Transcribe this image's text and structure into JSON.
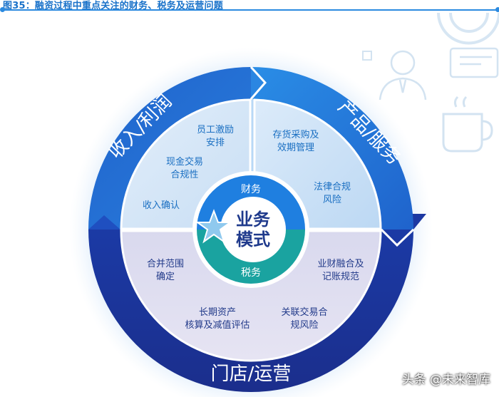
{
  "title": "图35：融资过程中重点关注的财务、税务及运营问题",
  "center": {
    "label_line1": "业务",
    "label_line2": "模式",
    "top_label": "财务",
    "bottom_label": "税务"
  },
  "ring": {
    "income": "收入/利润",
    "product": "产品/服务",
    "store": "门店/运营"
  },
  "quadrants": {
    "income_items": [
      [
        "员工激励",
        "安排"
      ],
      [
        "现金交易",
        "合规性"
      ],
      [
        "收入确认"
      ]
    ],
    "product_items": [
      [
        "存货采购及",
        "效期管理"
      ],
      [
        "法律合规",
        "风险"
      ]
    ],
    "ops_items": [
      [
        "合并范围",
        "确定"
      ],
      [
        "业财融合及",
        "记账规范"
      ],
      [
        "长期资产",
        "核算及减值评估"
      ],
      [
        "关联交易合",
        "规风险"
      ]
    ]
  },
  "watermark": "头条 @未来智库",
  "colors": {
    "ring_dark": "#1d3fa8",
    "ring_mid": "#1f63cc",
    "ring_light": "#2a8de6",
    "quadrant_light_blue": "#cfe5f7",
    "quadrant_lavender": "#dcdcef",
    "center_blue": "#1f7fe0",
    "center_teal": "#1aa3a0",
    "text_blue": "#1a6fc2",
    "text_navy": "#223a8a"
  },
  "icons": [
    "person-icon",
    "id-card-icon",
    "coffee-cup-icon",
    "plate-icon",
    "star-icon"
  ]
}
